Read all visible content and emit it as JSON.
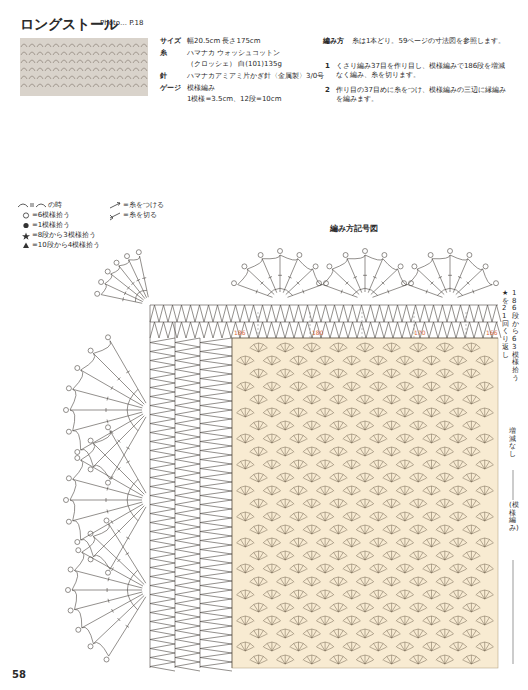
{
  "diagram": {
    "title": "ロングストール",
    "labels": [
      "Photo… P.18",
      "サイズ",
      "幅20.5cm 長さ175cm",
      "糸",
      "ハマナカ ウォッシュコットン",
      "（クロッシェ） 白(101)135g",
      "針",
      "ハマナカアミアミ片かぎ針〈金属製〉3/0号",
      "ゲージ",
      "模様編み",
      "1模様=3.5cm、12段=10cm",
      "編み方",
      "糸は1本どり。59ページの寸法図を参照します。",
      "1",
      "くさり編み37目を作り目し、模様編みで186段を増減なく編み、糸を切ります。",
      "2",
      "作り目の37目めに糸をつけ、模様編みの三辺に縁編みを編みます。",
      "編み方記号図",
      "★を21回くり返し",
      "186段から63模様拾う",
      "186",
      "180",
      "170",
      "166",
      "増減なし",
      "(模様編み)",
      "58"
    ],
    "legend": [
      {
        "text": "の時"
      },
      {
        "text": "=6模様拾う"
      },
      {
        "text": "=1模様拾う"
      },
      {
        "text": "=8段から3模様拾う"
      },
      {
        "text": "=10段から4模様拾う"
      },
      {
        "text": "=糸をつける"
      },
      {
        "text": "=糸を切る"
      }
    ]
  }
}
